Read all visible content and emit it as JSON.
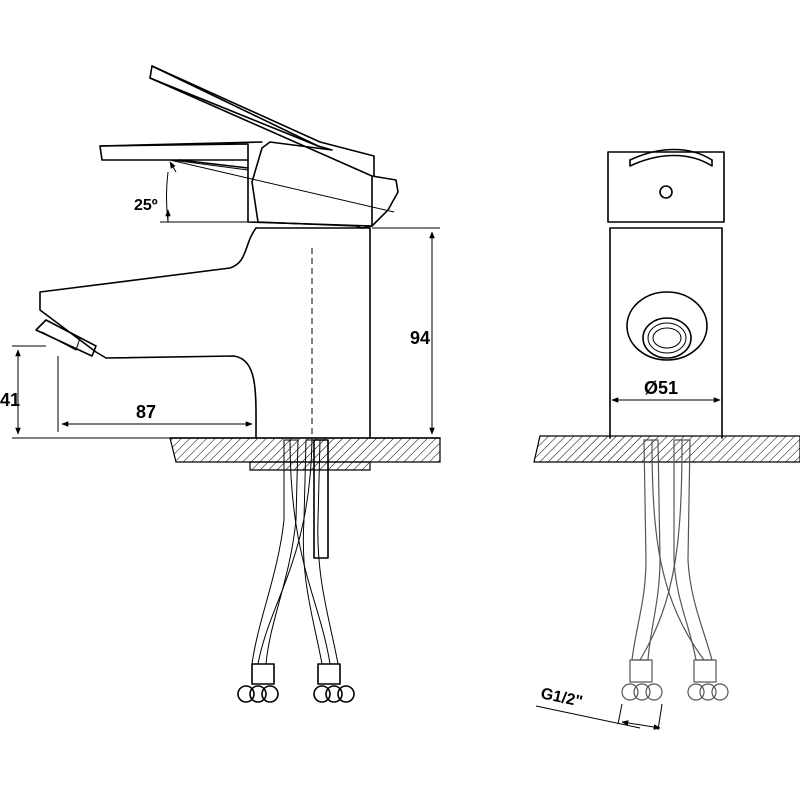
{
  "dimensions": {
    "lever_angle": "25º",
    "height": "94",
    "spout_height": "41",
    "spout_reach": "87",
    "diameter": "Ø51",
    "thread": "G1/2\""
  }
}
